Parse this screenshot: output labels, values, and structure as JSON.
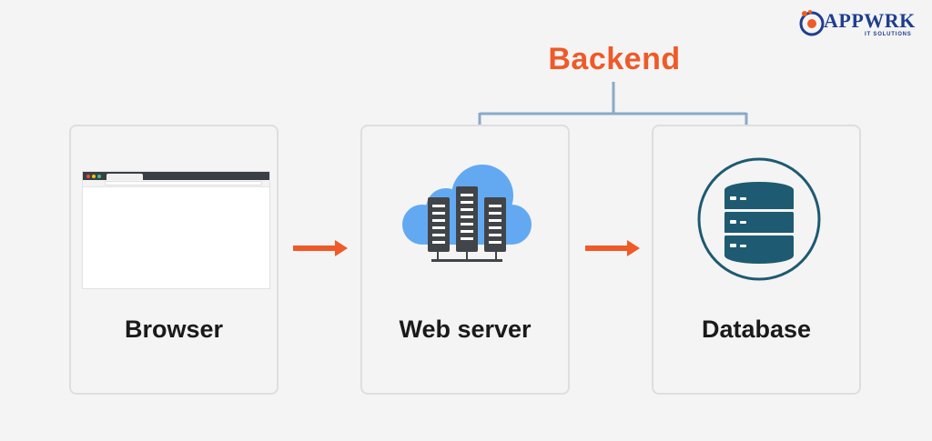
{
  "diagram": {
    "title": "Backend",
    "nodes": [
      {
        "id": "browser",
        "label": "Browser"
      },
      {
        "id": "server",
        "label": "Web server"
      },
      {
        "id": "database",
        "label": "Database"
      }
    ],
    "edges": [
      {
        "from": "browser",
        "to": "server"
      },
      {
        "from": "server",
        "to": "database"
      }
    ],
    "backend_group": [
      "server",
      "database"
    ]
  },
  "logo": {
    "name": "APPWRK",
    "tagline": "IT SOLUTIONS"
  },
  "colors": {
    "accent": "#ef5a28",
    "bracket": "#8aaac8",
    "cloud": "#62a9f1",
    "server": "#414549",
    "db": "#1e5a71",
    "logo": "#1f3e8f"
  }
}
